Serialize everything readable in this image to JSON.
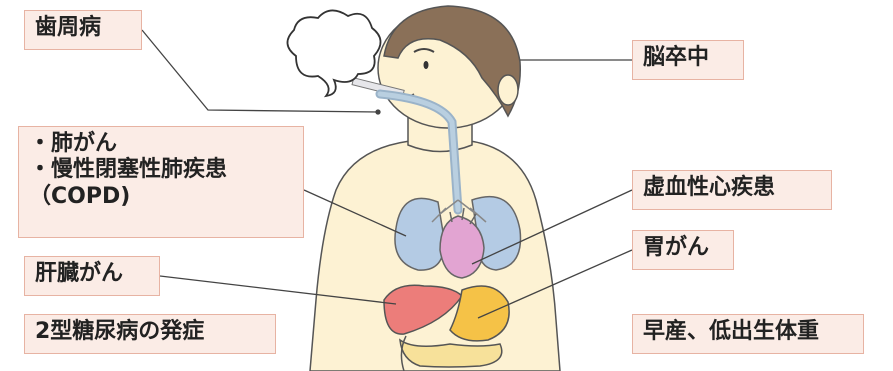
{
  "labels": {
    "periodontal": "歯周病",
    "stroke": "脳卒中",
    "lung": [
      "・肺がん",
      "・慢性閉塞性肺疾患",
      "（COPD)"
    ],
    "heart": "虚血性心疾患",
    "stomach": "胃がん",
    "liver": "肝臓がん",
    "diabetes": "2型糖尿病の発症",
    "preterm": "早産、低出生体重"
  },
  "colors": {
    "label_fill": "#fbece6",
    "label_border": "#e7b3a3",
    "skin": "#fdf2d3",
    "hair": "#8a7058",
    "lung": "#b4cbe4",
    "heart": "#e2a4d2",
    "liver": "#ec7d7a",
    "stomach": "#f5c247",
    "intestine": "#f7e19a",
    "trachea": "#b9cfe0"
  }
}
